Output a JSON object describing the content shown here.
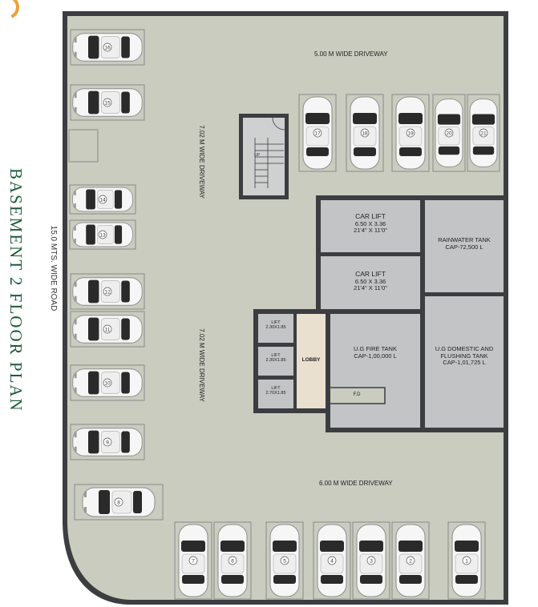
{
  "plan": {
    "title": "BASEMENT 2 FLOOR PLAN",
    "road": "15.0 MTS. WIDE ROAD",
    "driveways": {
      "top": "5.00 M WIDE DRIVEWAY",
      "bottom": "6.00 M WIDE DRIVEWAY",
      "left_upper": "7.02 M WIDE DRIVEWAY",
      "left_lower": "7.02 M WIDE DRIVEWAY"
    },
    "rooms": {
      "car_lift_1": {
        "name": "CAR LIFT",
        "size": "6.50 X 3.36",
        "size_imperial": "21'4\" X 11'0\""
      },
      "car_lift_2": {
        "name": "CAR LIFT",
        "size": "6.50 X 3.36",
        "size_imperial": "21'4\" X 11'0\""
      },
      "rainwater_tank": {
        "name": "RAINWATER TANK",
        "capacity": "CAP-72,500 L"
      },
      "fire_tank": {
        "name": "U.G FIRE TANK",
        "capacity": "CAP-1,00,000 L"
      },
      "domestic_tank": {
        "name": "U.G DOMESTIC AND",
        "name2": "FLUSHING TANK",
        "capacity": "CAP-1,01,725 L"
      },
      "lobby": "LOBBY",
      "fd": "F.D",
      "lift_1": {
        "name": "LIFT",
        "size": "2.30X1.85"
      },
      "lift_2": {
        "name": "LIFT",
        "size": "2.30X1.85"
      },
      "lift_3": {
        "name": "LIFT",
        "size": "2.70X1.85"
      },
      "stair_up": "UP"
    },
    "parking_numbers": [
      "1",
      "2",
      "3",
      "4",
      "5",
      "6",
      "7",
      "8",
      "9",
      "10",
      "11",
      "12",
      "13",
      "14",
      "15",
      "16",
      "17",
      "18",
      "19",
      "20",
      "21"
    ]
  },
  "colors": {
    "floor": "#c9ccbf",
    "wall": "#3b3d40",
    "room": "#c3c4c5",
    "title": "#1f5a3a",
    "logo": "#e9a23b"
  }
}
